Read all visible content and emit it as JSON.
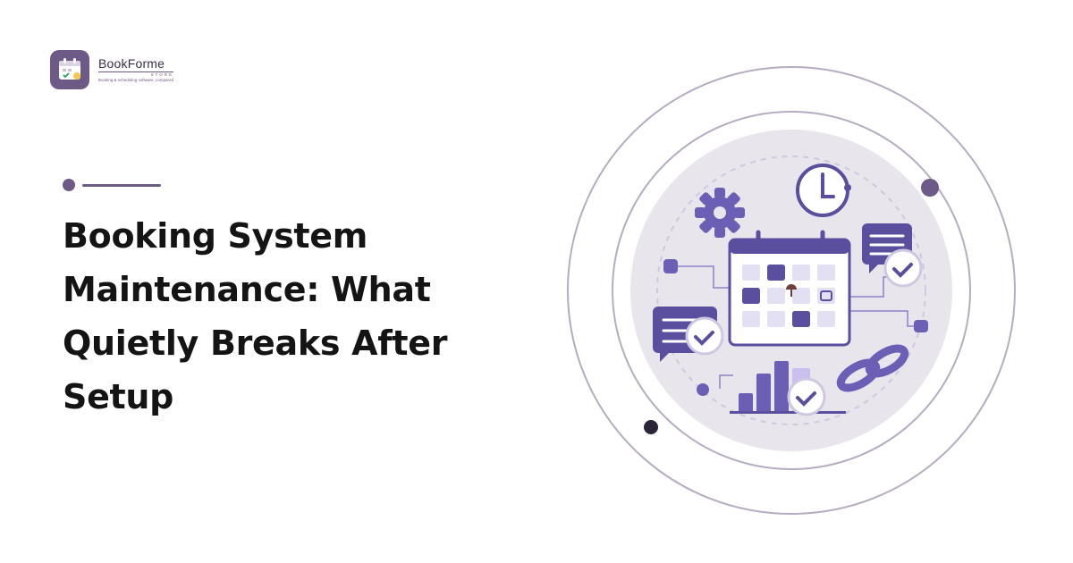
{
  "brand": {
    "name": "BookForme",
    "store": "STORE",
    "tagline": "Booking & scheduling software, compared",
    "accent_color": "#6e5a86"
  },
  "headline": {
    "lines": [
      "Booking System",
      "Maintenance: What",
      "Quietly Breaks After",
      "Setup"
    ]
  },
  "illustration": {
    "icons": [
      "clock-icon",
      "gear-icon",
      "calendar-icon",
      "chat-icon",
      "checkmark-icon",
      "bar-chart-icon",
      "link-chain-icon"
    ]
  }
}
